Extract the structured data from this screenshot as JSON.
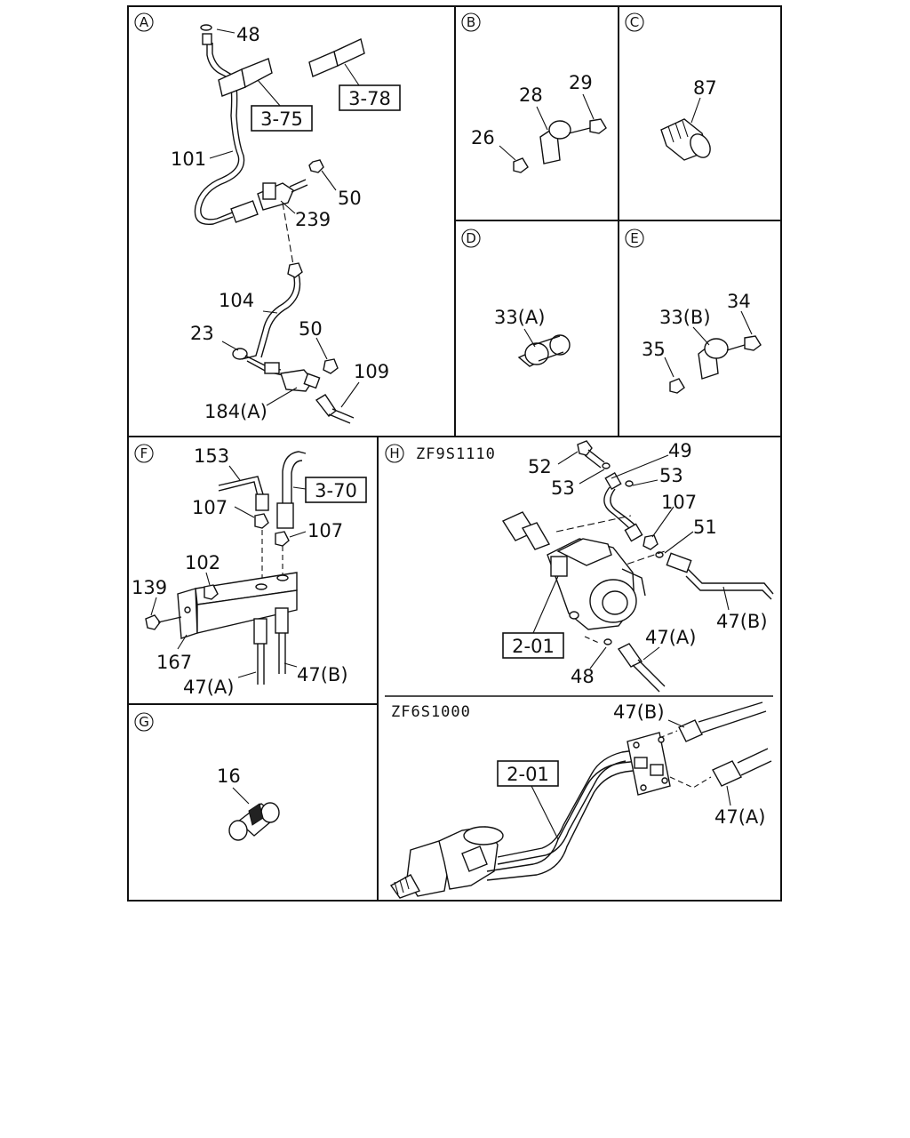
{
  "sections": {
    "A": {
      "letter": "A",
      "labels": {
        "p48": "48",
        "p101": "101",
        "p50a": "50",
        "p239": "239",
        "p104": "104",
        "p23": "23",
        "p50b": "50",
        "p109": "109",
        "p184a": "184(A)"
      },
      "refs": {
        "r375": "3-75",
        "r378": "3-78"
      }
    },
    "B": {
      "letter": "B",
      "labels": {
        "p28": "28",
        "p29": "29",
        "p26": "26"
      }
    },
    "C": {
      "letter": "C",
      "labels": {
        "p87": "87"
      }
    },
    "D": {
      "letter": "D",
      "labels": {
        "p33a": "33(A)"
      }
    },
    "E": {
      "letter": "E",
      "labels": {
        "p33b": "33(B)",
        "p34": "34",
        "p35": "35"
      }
    },
    "F": {
      "letter": "F",
      "labels": {
        "p153": "153",
        "p107a": "107",
        "p107b": "107",
        "p102": "102",
        "p139": "139",
        "p167": "167",
        "p47a": "47(A)",
        "p47b": "47(B)"
      },
      "refs": {
        "r370": "3-70"
      }
    },
    "G": {
      "letter": "G",
      "labels": {
        "p16": "16"
      }
    },
    "H": {
      "letter": "H",
      "code": "ZF9S1110",
      "labels": {
        "p52": "52",
        "p49": "49",
        "p53a": "53",
        "p53b": "53",
        "p107": "107",
        "p51": "51",
        "p47b": "47(B)",
        "p47a": "47(A)",
        "p48": "48"
      },
      "refs": {
        "r201": "2-01"
      }
    },
    "H2": {
      "code": "ZF6S1000",
      "labels": {
        "p47b": "47(B)",
        "p47a": "47(A)"
      },
      "refs": {
        "r201": "2-01"
      }
    }
  }
}
